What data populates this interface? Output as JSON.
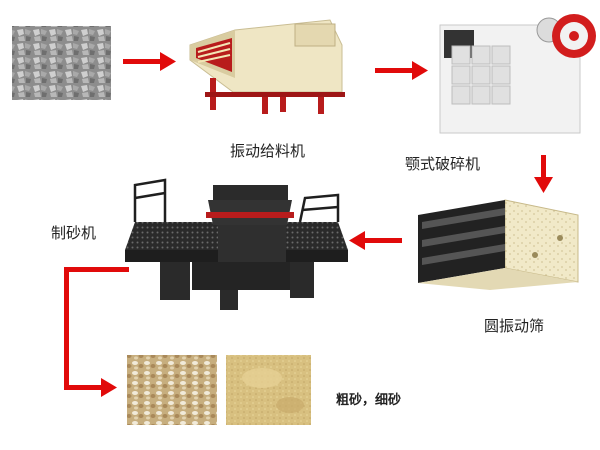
{
  "steps": {
    "raw_stone": {
      "image": "raw-stone-photo"
    },
    "feeder": {
      "label": "振动给料机"
    },
    "jaw_crusher": {
      "label": "颚式破碎机"
    },
    "screen": {
      "label": "圆振动筛"
    },
    "sand_maker": {
      "label": "制砂机"
    },
    "output": {
      "label": "粗砂，细砂"
    }
  },
  "colors": {
    "arrow": "#e10a0a",
    "feeder_body": "#efe6c4",
    "feeder_frame": "#b81c1c",
    "crusher_body": "#f2f2f2",
    "crusher_flywheel": "#d21d1d",
    "screen_body": "#f1e9c8",
    "machine_dark": "#2a2a2a",
    "sand_coarse": "#c9b58a",
    "sand_fine": "#d9c083"
  },
  "flow": [
    {
      "from": "raw_stone",
      "to": "feeder"
    },
    {
      "from": "feeder",
      "to": "jaw_crusher"
    },
    {
      "from": "jaw_crusher",
      "to": "screen"
    },
    {
      "from": "screen",
      "to": "sand_maker"
    },
    {
      "from": "sand_maker",
      "to": "output"
    }
  ]
}
